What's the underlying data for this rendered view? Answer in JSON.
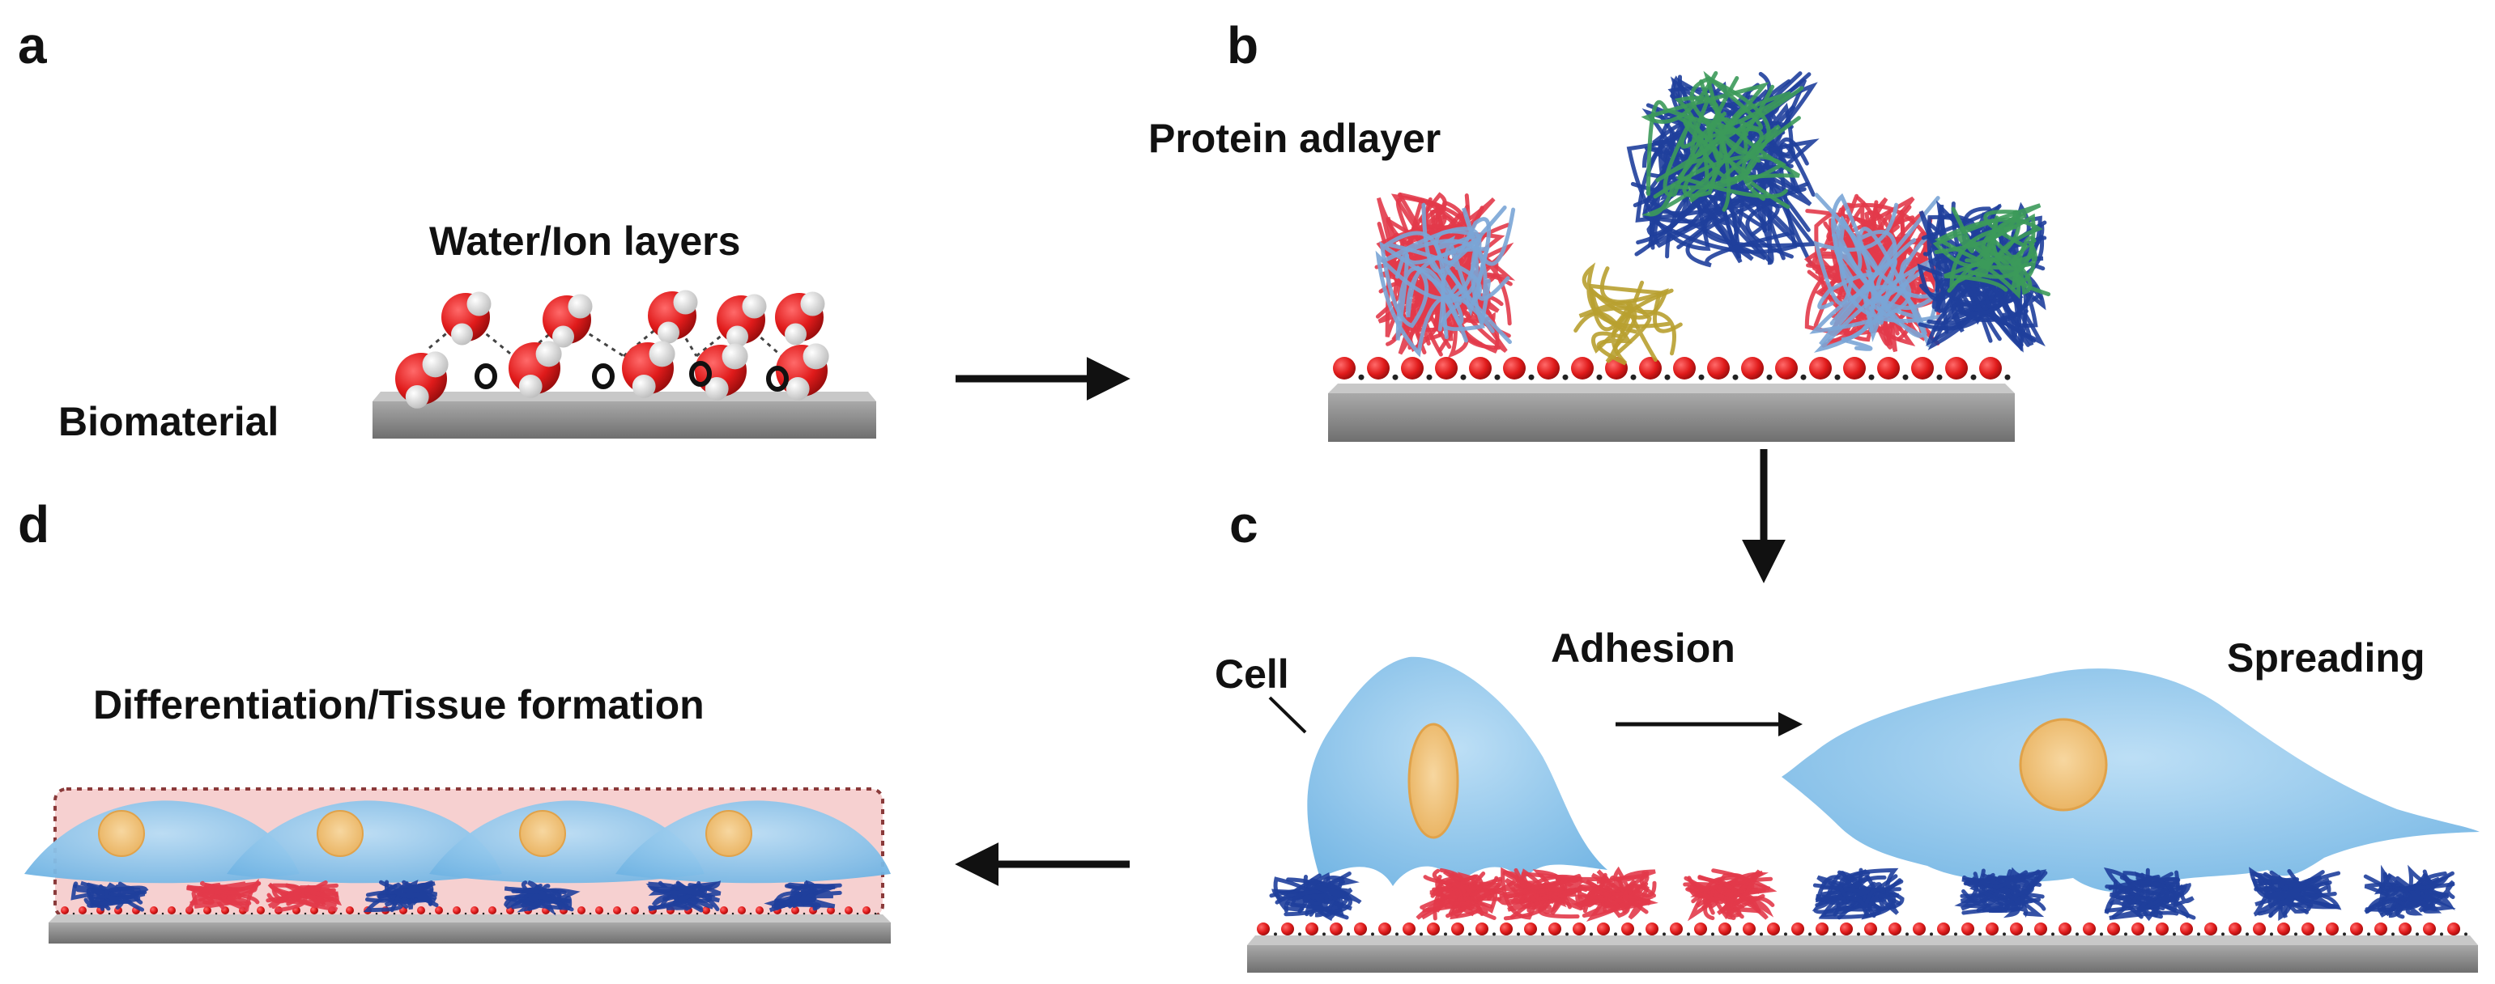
{
  "panels": {
    "a": {
      "letter": "a",
      "water_label": "Water/Ion layers",
      "surface_label": "Biomaterial"
    },
    "b": {
      "letter": "b",
      "protein_label": "Protein adlayer"
    },
    "c": {
      "letter": "c",
      "cell_label": "Cell",
      "adhesion_label": "Adhesion",
      "spreading_label": "Spreading"
    },
    "d": {
      "letter": "d",
      "tissue_label": "Differentiation/Tissue formation"
    }
  },
  "colors": {
    "substrate": "#8c8c8c",
    "water_oxygen": "#e01b1b",
    "water_hydrogen": "#eeeeee",
    "protein_red": "#e23a4a",
    "protein_blue": "#1f3f9c",
    "protein_green": "#3c9a5a",
    "cell_blue": "#8cc6ea",
    "nucleus": "#f2c27a",
    "tissue_box": "#f6d0d0"
  }
}
